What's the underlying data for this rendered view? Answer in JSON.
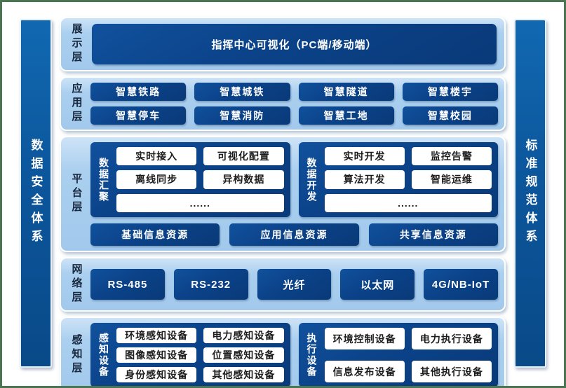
{
  "sidebars": {
    "left": "数据安全体系",
    "right": "标准规范体系"
  },
  "layers": {
    "display": {
      "label": "展示层",
      "bar": "指挥中心可视化（PC端/移动端）"
    },
    "application": {
      "label": "应用层",
      "items": [
        "智慧铁路",
        "智慧城铁",
        "智慧隧道",
        "智慧楼宇",
        "智慧停车",
        "智慧消防",
        "智慧工地",
        "智慧校园"
      ]
    },
    "platform": {
      "label": "平台层",
      "groups": [
        {
          "label": "数据汇聚",
          "items": [
            "实时接入",
            "可视化配置",
            "离线同步",
            "异构数据",
            "......"
          ]
        },
        {
          "label": "数据开发",
          "items": [
            "实时开发",
            "监控告警",
            "算法开发",
            "智能运维",
            "......"
          ]
        }
      ],
      "resources": [
        "基础信息资源",
        "应用信息资源",
        "共享信息资源"
      ]
    },
    "network": {
      "label": "网络层",
      "items": [
        "RS-485",
        "RS-232",
        "光纤",
        "以太网",
        "4G/NB-IoT"
      ]
    },
    "perception": {
      "label": "感知层",
      "groups": [
        {
          "label": "感知设备",
          "items": [
            "环境感知设备",
            "电力感知设备",
            "图像感知设备",
            "位置感知设备",
            "身份感知设备",
            "其他感知设备"
          ]
        },
        {
          "label": "执行设备",
          "items": [
            "环境控制设备",
            "电力执行设备",
            "信息发布设备",
            "其他执行设备"
          ]
        }
      ]
    }
  },
  "colors": {
    "frame_green": "#4a7551",
    "panel_light_blue": "#a9cdee",
    "block_navy": "#0b4288",
    "sidebar_blue": "#0c569c",
    "chip_white": "#ffffff",
    "label_dark": "#16263c"
  }
}
